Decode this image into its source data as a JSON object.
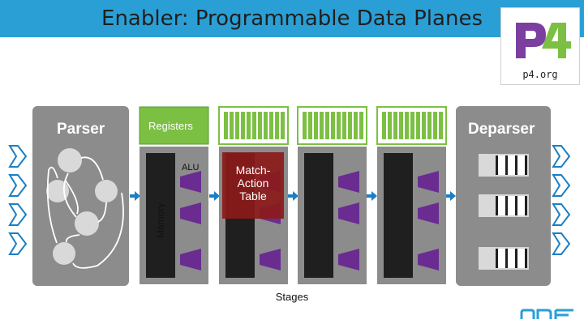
{
  "slide": {
    "title": "Enabler: Programmable Data Planes"
  },
  "logo": {
    "p4_url": "p4.org",
    "p4_icon": "p4-logo-icon",
    "onf_icon": "onf-logo-icon"
  },
  "diagram": {
    "parser_label": "Parser",
    "deparser_label": "Deparser",
    "registers_label": "Registers",
    "memory_label": "Memory",
    "alu_label": "ALU",
    "match_action_label": "Match-\nAction\nTable",
    "stages_label": "Stages"
  },
  "colors": {
    "title_bar": "#2a9fd6",
    "stage_gray": "#8c8c8c",
    "register_green": "#8bc34a",
    "alu_purple": "#6a2c91",
    "match_action_red": "#8b1a1a",
    "arrow_blue": "#1a7fc4"
  }
}
